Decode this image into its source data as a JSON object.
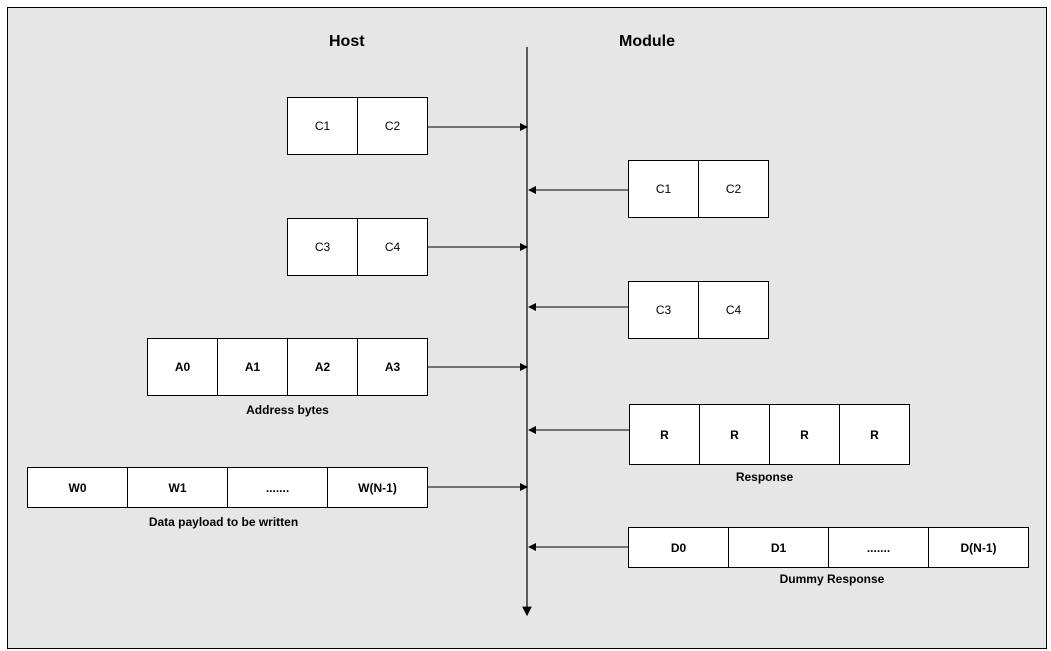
{
  "headers": {
    "host": "Host",
    "module": "Module"
  },
  "host_messages": [
    {
      "cells": [
        "C1",
        "C2"
      ]
    },
    {
      "cells": [
        "C3",
        "C4"
      ]
    },
    {
      "cells": [
        "A0",
        "A1",
        "A2",
        "A3"
      ],
      "caption": "Address bytes"
    },
    {
      "cells": [
        "W0",
        "W1",
        ".......",
        "W(N-1)"
      ],
      "caption": "Data payload to be written"
    }
  ],
  "module_messages": [
    {
      "cells": [
        "C1",
        "C2"
      ]
    },
    {
      "cells": [
        "C3",
        "C4"
      ]
    },
    {
      "cells": [
        "R",
        "R",
        "R",
        "R"
      ],
      "caption": "Response"
    },
    {
      "cells": [
        "D0",
        "D1",
        ".......",
        "D(N-1)"
      ],
      "caption": "Dummy Response"
    }
  ]
}
